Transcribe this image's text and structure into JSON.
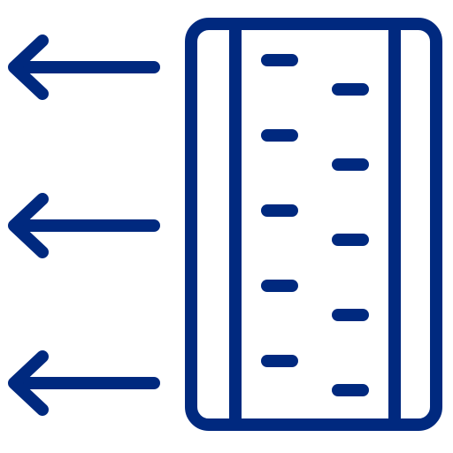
{
  "icon": {
    "name": "ruler-with-left-arrows-icon",
    "stroke_color": "#00297f",
    "background_color": "#ffffff",
    "arrow_count": 3,
    "tick_marks_left_column": 5,
    "tick_marks_right_column": 5
  }
}
